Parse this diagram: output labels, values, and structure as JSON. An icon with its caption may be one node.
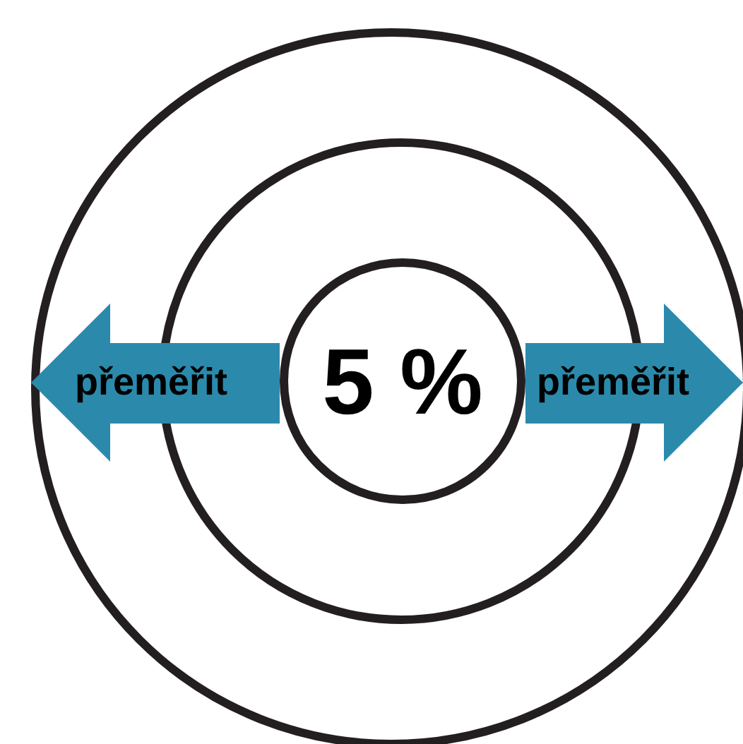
{
  "diagram": {
    "nodes": [
      {
        "text": [],
        "shape": "circle"
      },
      {
        "text": [],
        "shape": "circle",
        "in": 0
      },
      {
        "text": [
          "5 %"
        ],
        "in": 1
      },
      {
        "text": [
          "přeměřit"
        ],
        "in": 0
      },
      {
        "text": [
          "přeměřit"
        ],
        "in": 0
      }
    ]
  }
}
